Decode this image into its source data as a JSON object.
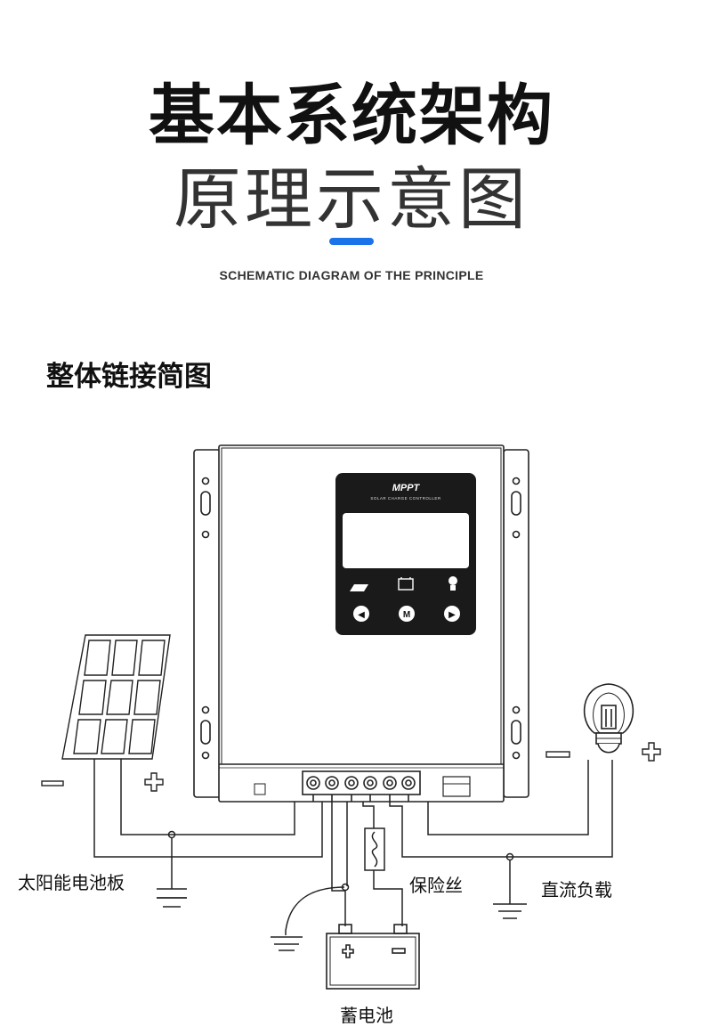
{
  "header": {
    "title_main": "基本系统架构",
    "title_sub": "原理示意图",
    "subtitle_en": "SCHEMATIC DIAGRAM OF THE PRINCIPLE",
    "accent_color": "#1a73e8"
  },
  "section": {
    "heading": "整体链接简图"
  },
  "controller": {
    "brand": "MPPT",
    "model": "SOLAR CHARGE CONTROLLER",
    "buttons": [
      "◀",
      "M",
      "▶"
    ]
  },
  "labels": {
    "solar_panel": "太阳能电池板",
    "fuse": "保险丝",
    "dc_load": "直流负载",
    "battery": "蓄电池"
  },
  "icons": [
    "solar-panel-icon",
    "battery-icon",
    "bulb-icon",
    "ground-icon",
    "fuse-icon"
  ]
}
